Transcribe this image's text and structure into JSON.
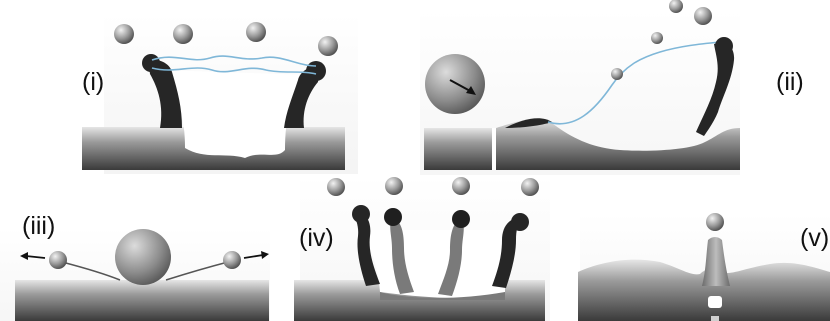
{
  "panels": [
    {
      "id": "i",
      "label": "(i)"
    },
    {
      "id": "ii",
      "label": "(ii)"
    },
    {
      "id": "iii",
      "label": "(iii)"
    },
    {
      "id": "iv",
      "label": "(iv)"
    },
    {
      "id": "v",
      "label": "(v)"
    }
  ],
  "colors": {
    "substrate_dark": "#3a3a3a",
    "substrate_light": "#e6e6e6",
    "background_card": "#f1f1f1",
    "rim_dark": "#262626",
    "sheet_line": "#7fb7d8",
    "droplet_dark": "#5a5a5a",
    "droplet_light": "#c9c9c9",
    "fluid_gray": "#8a8a8a"
  }
}
